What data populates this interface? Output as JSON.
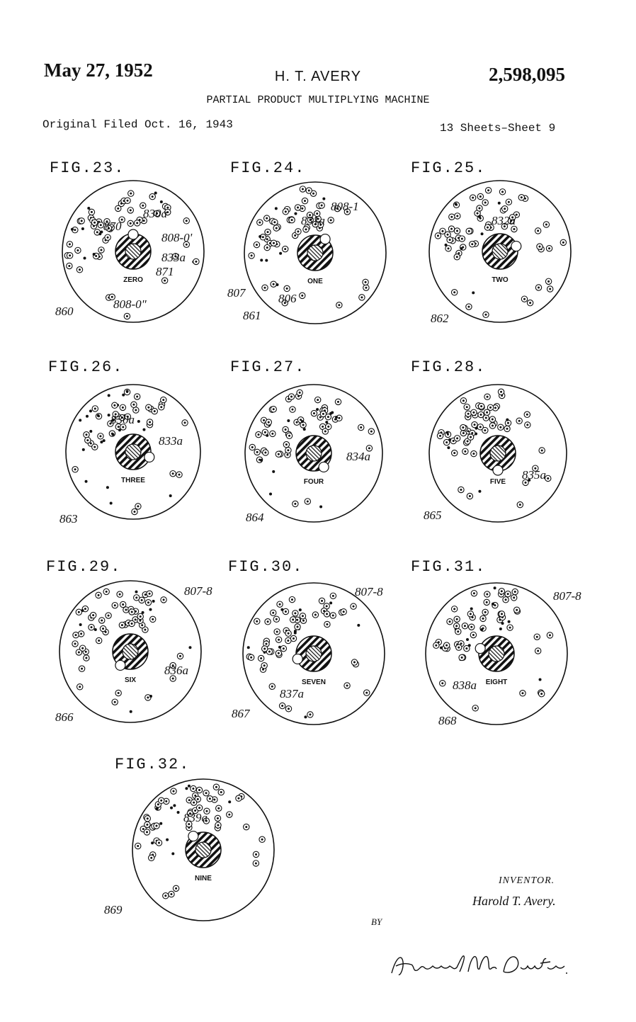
{
  "header": {
    "date": "May 27, 1952",
    "inventor_name": "H. T. AVERY",
    "patent_number": "2,598,095",
    "title": "PARTIAL PRODUCT MULTIPLYING MACHINE",
    "filed": "Original Filed Oct. 16, 1943",
    "sheets": "13 Sheets–Sheet 9"
  },
  "figures": [
    {
      "label": "FIG.23.",
      "digit": "ZERO",
      "refs": [
        "830a",
        "870",
        "808-0'",
        "833a",
        "871",
        "808-0\"",
        "860"
      ]
    },
    {
      "label": "FIG.24.",
      "digit": "ONE",
      "refs": [
        "808-1",
        "831a",
        "807",
        "806",
        "861"
      ]
    },
    {
      "label": "FIG.25.",
      "digit": "TWO",
      "refs": [
        "832a",
        "862"
      ]
    },
    {
      "label": "FIG.26.",
      "digit": "THREE",
      "refs": [
        "830a",
        "833a",
        "863"
      ]
    },
    {
      "label": "FIG.27.",
      "digit": "FOUR",
      "refs": [
        "834a",
        "864"
      ]
    },
    {
      "label": "FIG.28.",
      "digit": "FIVE",
      "refs": [
        "835a",
        "865"
      ]
    },
    {
      "label": "FIG.29.",
      "digit": "SIX",
      "refs": [
        "807-8",
        "836a",
        "866"
      ]
    },
    {
      "label": "FIG.30.",
      "digit": "SEVEN",
      "refs": [
        "807-8",
        "837a",
        "867"
      ]
    },
    {
      "label": "FIG.31.",
      "digit": "EIGHT",
      "refs": [
        "807-8",
        "838a",
        "868"
      ]
    },
    {
      "label": "FIG.32.",
      "digit": "NINE",
      "refs": [
        "839a",
        "869"
      ]
    }
  ],
  "signature": {
    "inventor_label": "INVENTOR.",
    "inventor_name": "Harold T. Avery.",
    "by_label": "BY",
    "attorney_signature": "Howard M. Dustin."
  }
}
